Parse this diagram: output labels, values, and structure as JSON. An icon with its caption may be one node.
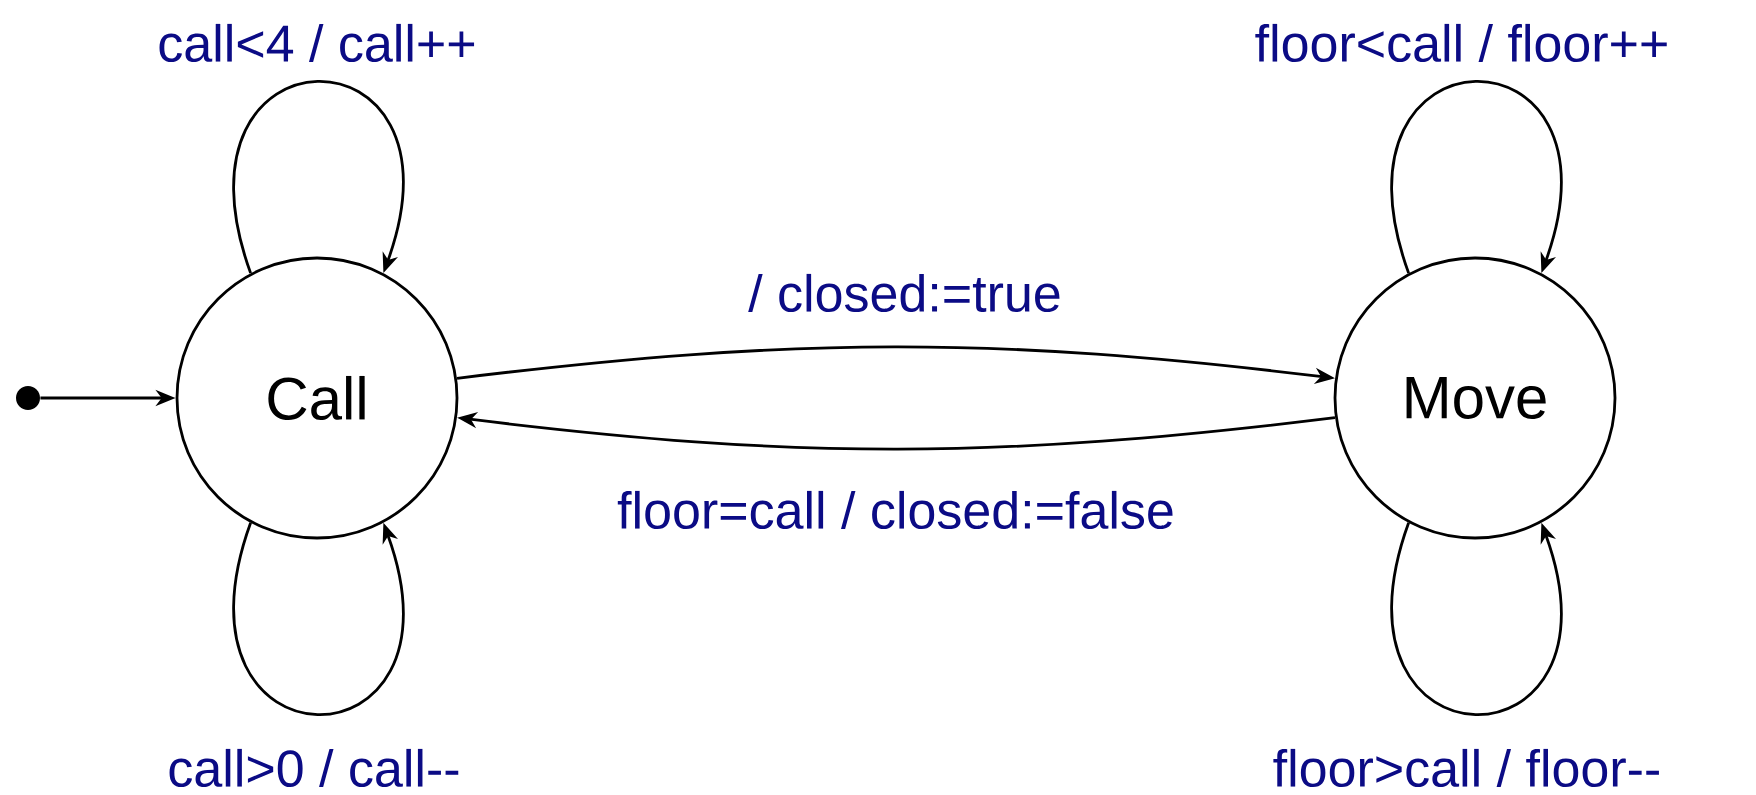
{
  "diagram": {
    "nodes": [
      {
        "text": [
          "Call"
        ]
      },
      {
        "text": [
          "Move"
        ]
      },
      {
        "text": [],
        "shape": "circle"
      }
    ],
    "edges": [
      {
        "from": 2,
        "to": 0,
        "arrow": "to"
      },
      {
        "from": 0,
        "to": 0,
        "arrow": "to",
        "label": "call<4 / call++"
      },
      {
        "from": 0,
        "to": 0,
        "arrow": "to",
        "label": "call>0 / call--"
      },
      {
        "from": 0,
        "to": 1,
        "arrow": "to",
        "label": "/ closed:=true"
      },
      {
        "from": 1,
        "to": 0,
        "arrow": "to",
        "label": "floor=call / closed:=false"
      },
      {
        "from": 1,
        "to": 1,
        "arrow": "to",
        "label": "floor<call / floor++"
      },
      {
        "from": 1,
        "to": 1,
        "arrow": "to",
        "label": "floor>call / floor--"
      }
    ]
  }
}
